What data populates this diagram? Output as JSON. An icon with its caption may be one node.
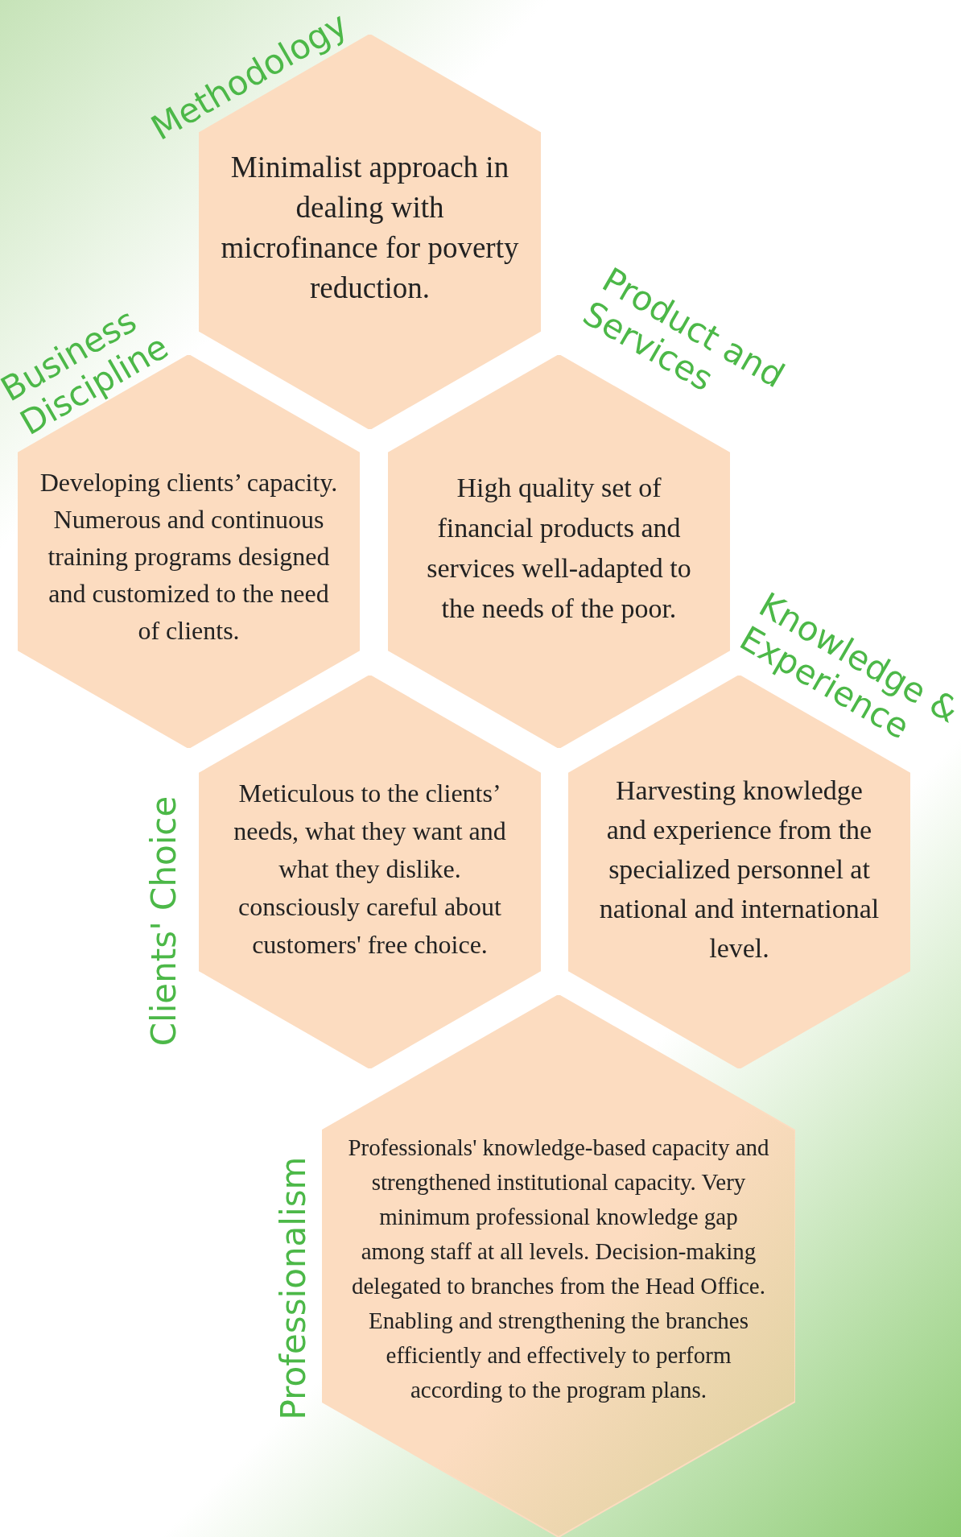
{
  "diagram": {
    "nodes": [
      {
        "text": [
          "Methodology",
          "Minimalist approach in dealing with microfinance for poverty reduction."
        ]
      },
      {
        "text": [
          "Business Discipline",
          "Developing clients’ capacity. Numerous and continuous training programs designed and customized to the need of clients."
        ]
      },
      {
        "text": [
          "Product and Services",
          "High quality set of financial products and services well-adapted to the needs of the poor."
        ]
      },
      {
        "text": [
          "Clients' Choice",
          "Meticulous to the clients’ needs, what they want and what they dislike. consciously careful about customers' free choice."
        ]
      },
      {
        "text": [
          "Knowledge & Experience",
          "Harvesting knowledge and experience from the specialized personnel at national and international level."
        ]
      },
      {
        "text": [
          "Professionalism",
          "Professionals' knowledge-based capacity and strengthened institutional capacity. Very minimum professional knowledge gap among staff at all levels. Decision-making delegated to branches from the Head Office. Enabling and strengthening the branches efficiently and effectively to perform according to the program plans."
        ]
      }
    ]
  }
}
